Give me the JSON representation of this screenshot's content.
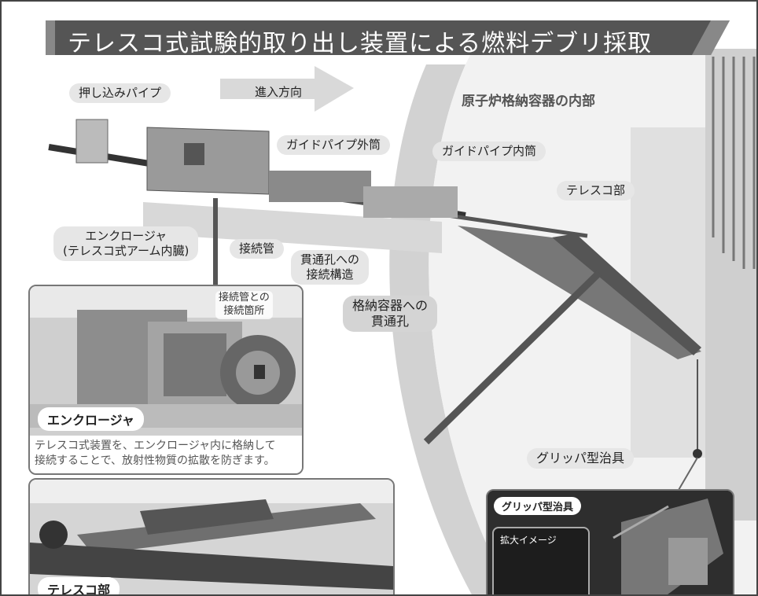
{
  "title": "テレスコ式試験的取り出し装置による燃料デブリ採取",
  "direction_label": "進入方向",
  "inside_label": "原子炉格納容器の内部",
  "callouts": {
    "push_pipe": "押し込みパイプ",
    "guide_outer": "ガイドパイプ外筒",
    "guide_inner": "ガイドパイプ内筒",
    "telescope": "テレスコ部",
    "enclosure_line1": "エンクロージャ",
    "enclosure_line2": "(テレスコ式アーム内臓)",
    "connection_pipe": "接続管",
    "penetration_conn_line1": "貫通孔への",
    "penetration_conn_line2": "接続構造",
    "pcv_penetration_line1": "格納容器への",
    "pcv_penetration_line2": "貫通孔",
    "gripper": "グリッパ型治具"
  },
  "inset_enclosure": {
    "tag": "エンクロージャ",
    "photo_label_line1": "接続管との",
    "photo_label_line2": "接続箇所",
    "caption_line1": "テレスコ式装置を、エンクロージャ内に格納して",
    "caption_line2": "接続することで、放射性物質の拡散を防ぎます。"
  },
  "inset_telescope": {
    "tag": "テレスコ部"
  },
  "inset_gripper": {
    "tag": "グリッパ型治具",
    "zoom_label": "拡大イメージ"
  },
  "colors": {
    "title_bg": "#555555",
    "title_accent": "#888888",
    "label_bg": "#e6e6e6",
    "arc": "#cfcfcf"
  }
}
